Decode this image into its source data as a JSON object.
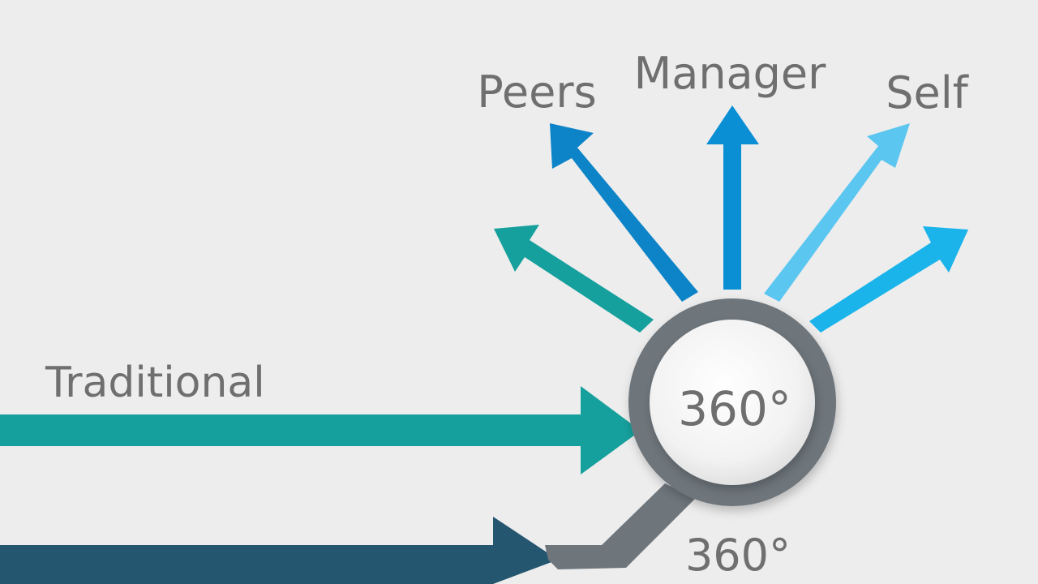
{
  "labels": {
    "peers": "Peers",
    "manager": "Manager",
    "self": "Self",
    "traditional": "Traditional",
    "hub": "360°",
    "bottom": "360°"
  },
  "colors": {
    "background": "#ededed",
    "teal": "#16a09d",
    "blue": "#0d84c8",
    "manager_blue": "#0b8fd4",
    "light_blue": "#5bc6f0",
    "sky_blue": "#1ab4ea",
    "dark_teal": "#25566f",
    "gray": "#6e767c",
    "text": "#6f6f6f"
  }
}
